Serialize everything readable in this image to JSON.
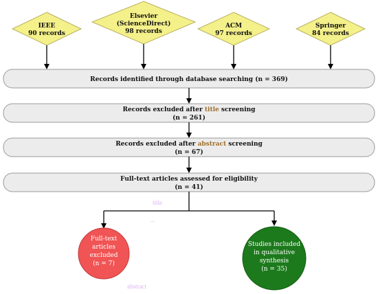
{
  "sources": [
    {
      "name": "IEEE",
      "records": "90 records"
    },
    {
      "name": "Elsevier",
      "name2": "(ScienceDirect)",
      "records": "98 records"
    },
    {
      "name": "ACM",
      "records": "97 records"
    },
    {
      "name": "Springer",
      "records": "84 records"
    }
  ],
  "stages": {
    "identified": {
      "line1": "Records identified through database searching (n = 369)"
    },
    "title": {
      "pre": "Records excluded after ",
      "key": "title",
      "post": " screening",
      "n": "(n = 261)"
    },
    "abstract": {
      "pre": "Records excluded after ",
      "key": "abstract",
      "post": " screening",
      "n": "(n = 67)"
    },
    "fulltext": {
      "line1": "Full-text articles assessed for eligibility",
      "n": "(n = 41)"
    }
  },
  "outcomes": {
    "excluded": {
      "l1": "Full-text",
      "l2": "articles",
      "l3": "excluded",
      "n": "(n = 7)"
    },
    "included": {
      "l1": "Studies included",
      "l2": "in qualitative",
      "l3": "synthesis",
      "n": "(n = 35)"
    }
  },
  "faint_text": {
    "a": "title",
    "b": "...",
    "c": "abstract"
  },
  "colors": {
    "source_fill": "#f4f08a",
    "box_fill": "#ececec",
    "highlight": "#a0702a",
    "excluded_fill": "#f05454",
    "included_fill": "#1c7a1c"
  }
}
